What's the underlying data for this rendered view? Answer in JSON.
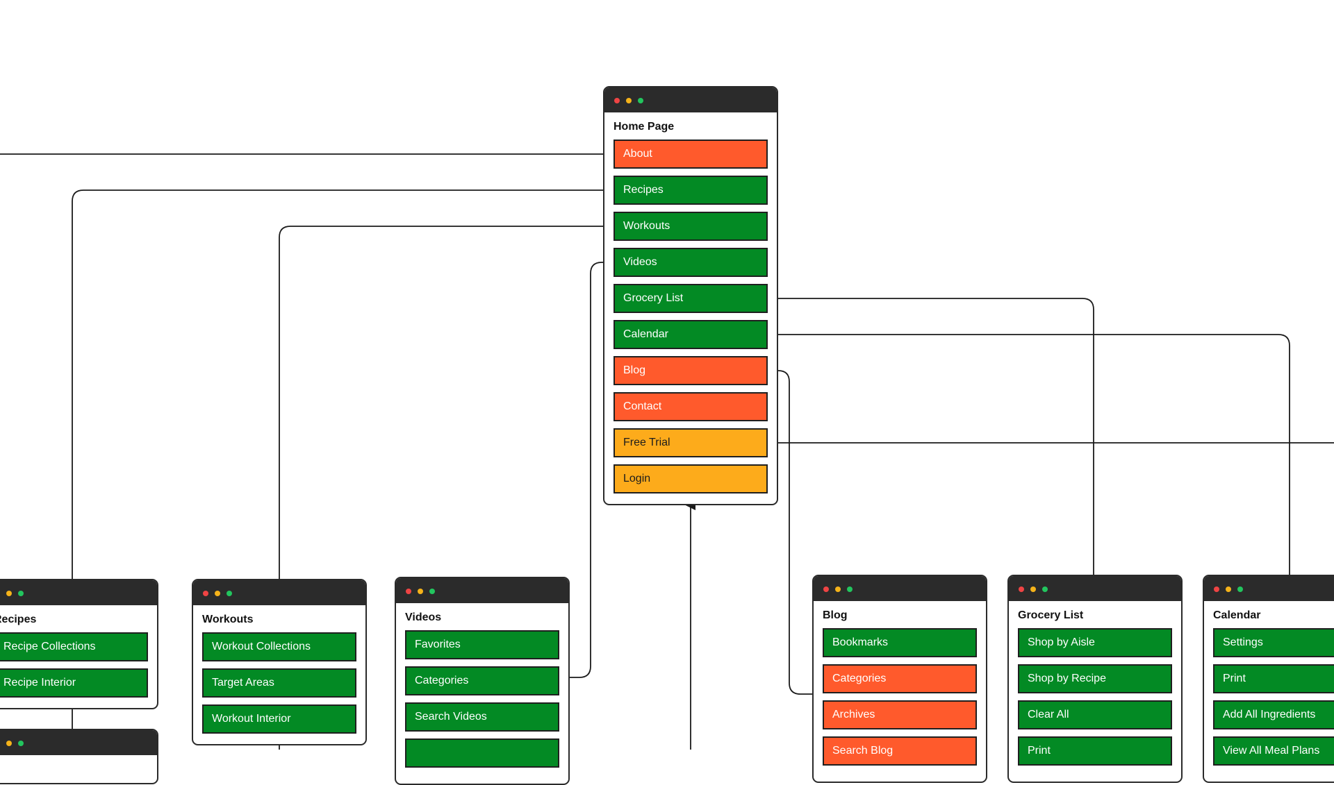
{
  "colors": {
    "green": "#038a24",
    "orange": "#ff5a2c",
    "yellow": "#fdab1b",
    "titlebar": "#2b2b2b"
  },
  "windows": {
    "home": {
      "title": "Home Page",
      "items": [
        {
          "label": "About",
          "color": "orange"
        },
        {
          "label": "Recipes",
          "color": "green"
        },
        {
          "label": "Workouts",
          "color": "green"
        },
        {
          "label": "Videos",
          "color": "green"
        },
        {
          "label": "Grocery List",
          "color": "green"
        },
        {
          "label": "Calendar",
          "color": "green"
        },
        {
          "label": "Blog",
          "color": "orange"
        },
        {
          "label": "Contact",
          "color": "orange"
        },
        {
          "label": "Free Trial",
          "color": "yellow"
        },
        {
          "label": "Login",
          "color": "yellow"
        }
      ]
    },
    "recipes": {
      "title": "Recipes",
      "items": [
        {
          "label": "Recipe Collections",
          "color": "green"
        },
        {
          "label": "Recipe Interior",
          "color": "green"
        }
      ]
    },
    "workouts": {
      "title": "Workouts",
      "items": [
        {
          "label": "Workout Collections",
          "color": "green"
        },
        {
          "label": "Target Areas",
          "color": "green"
        },
        {
          "label": "Workout Interior",
          "color": "green"
        }
      ]
    },
    "videos": {
      "title": "Videos",
      "items": [
        {
          "label": "Favorites",
          "color": "green"
        },
        {
          "label": "Categories",
          "color": "green"
        },
        {
          "label": "Search Videos",
          "color": "green"
        },
        {
          "label": "",
          "color": "green"
        }
      ]
    },
    "blog": {
      "title": "Blog",
      "items": [
        {
          "label": "Bookmarks",
          "color": "green"
        },
        {
          "label": "Categories",
          "color": "orange"
        },
        {
          "label": "Archives",
          "color": "orange"
        },
        {
          "label": "Search Blog",
          "color": "orange"
        }
      ]
    },
    "grocery": {
      "title": "Grocery List",
      "items": [
        {
          "label": "Shop by Aisle",
          "color": "green"
        },
        {
          "label": "Shop by Recipe",
          "color": "green"
        },
        {
          "label": "Clear All",
          "color": "green"
        },
        {
          "label": "Print",
          "color": "green"
        }
      ]
    },
    "calendar": {
      "title": "Calendar",
      "items": [
        {
          "label": "Settings",
          "color": "green"
        },
        {
          "label": "Print",
          "color": "green"
        },
        {
          "label": "Add All Ingredients",
          "color": "green"
        },
        {
          "label": "View All Meal Plans",
          "color": "green"
        }
      ]
    }
  }
}
